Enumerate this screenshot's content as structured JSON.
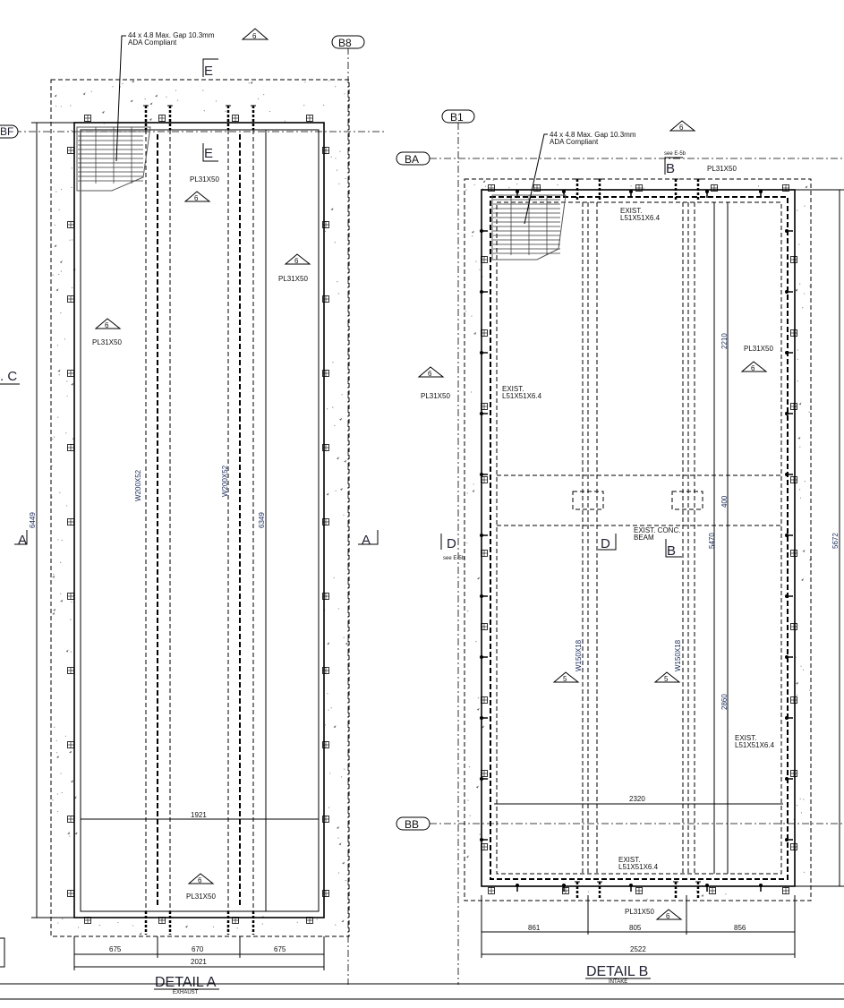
{
  "detail_a": {
    "title": "DETAIL A",
    "subtitle": "EXHAUST",
    "grating_note_1": "44 x 4.8 Max. Gap 10.3mm",
    "grating_note_2": "ADA Compliant",
    "grid_top": "B8",
    "grid_side": "BF",
    "partial_label": ". C",
    "section_e": "E",
    "section_a": "A",
    "beam_label": "W200X52",
    "plate_label": "PL31X50",
    "weld_symbol": "6",
    "dim_left": "6449",
    "dim_right": "6349",
    "dim_width_inner": "1921",
    "dims_bottom": [
      "675",
      "670",
      "675"
    ],
    "dim_total": "2021"
  },
  "detail_b": {
    "title": "DETAIL B",
    "subtitle": "INTAKE",
    "grating_note_1": "44 x 4.8 Max. Gap 10.3mm",
    "grating_note_2": "ADA Compliant",
    "grid_top": "B1",
    "grid_ba": "BA",
    "grid_bb": "BB",
    "see_ref": "see E-5b",
    "section_b": "B",
    "section_d": "D",
    "plate_label": "PL31X50",
    "exist_label_1": "EXIST.",
    "exist_label_2": "L51X51X6.4",
    "conc_beam_1": "EXIST. CONC.",
    "conc_beam_2": "BEAM",
    "beam_label": "W150X18",
    "weld_symbol_6": "6",
    "weld_symbol_5": "5",
    "dim_2210": "2210",
    "dim_400": "400",
    "dim_2860": "2860",
    "dim_5470": "5470",
    "dim_5672": "5672",
    "dim_width_inner": "2320",
    "dims_bottom": [
      "861",
      "805",
      "856"
    ],
    "dim_total": "2522"
  }
}
